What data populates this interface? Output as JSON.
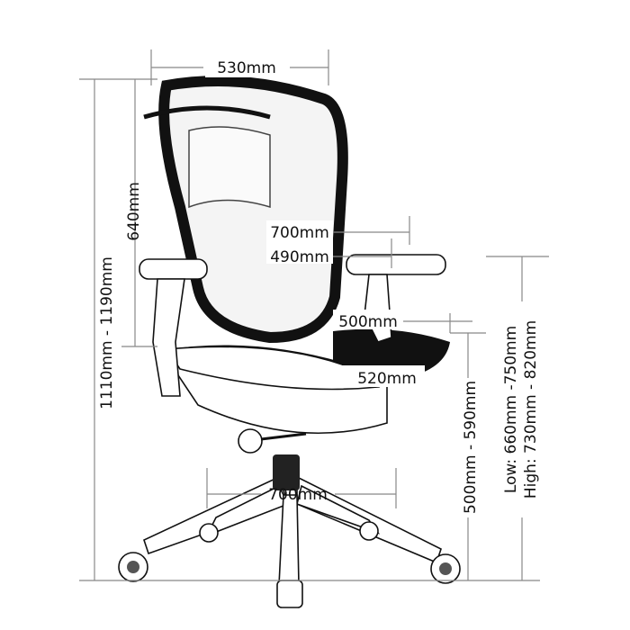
{
  "dimensions": {
    "width_top": "530mm",
    "total_height": "1110mm - 1190mm",
    "back_height": "640mm",
    "depth": "700mm",
    "arm_width": "490mm",
    "seat_width": "500mm",
    "seat_depth": "520mm",
    "seat_height": "500mm - 590mm",
    "arm_height_low": "Low: 660mm -750mm",
    "arm_height_high": "High: 730mm - 820mm",
    "base_width": "700mm"
  }
}
